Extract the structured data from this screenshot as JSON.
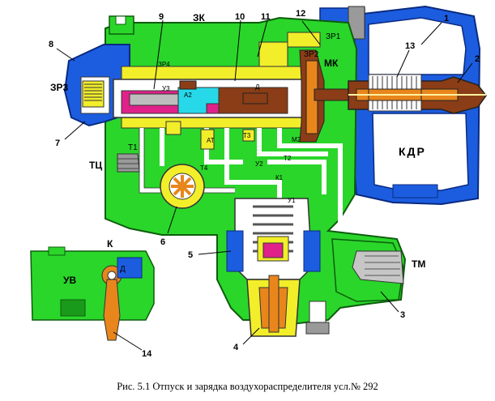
{
  "colors": {
    "body": "#2ad62a",
    "body_dark": "#1a9a1a",
    "chamber_blue": "#1c5de0",
    "channel_yellow": "#f2ee2a",
    "pink": "#e0218a",
    "cyan": "#27d9e8",
    "brown": "#8a3d16",
    "orange": "#e8861c",
    "white_passage": "#ffffff",
    "metal_grey": "#9a9a9a"
  },
  "labels": {
    "ZK": "ЗК",
    "ZR1": "ЗР1",
    "ZR2": "ЗР2",
    "ZR3": "ЗР3",
    "ZR4": "ЗР4",
    "MK": "МК",
    "KDR": "КДР",
    "TC": "ТЦ",
    "TM": "ТМ",
    "UV": "УВ",
    "K": "К",
    "D_top": "Д",
    "D_inset": "Д",
    "U3": "У3",
    "A2": "А2",
    "AT": "АТ",
    "T1": "Т1",
    "T2": "Т2",
    "T3": "Т3",
    "T4": "Т4",
    "M2": "М2",
    "K1": "К1",
    "U1": "У1",
    "U2": "У2"
  },
  "callouts": {
    "n1": "1",
    "n2": "2",
    "n3": "3",
    "n4": "4",
    "n5": "5",
    "n6": "6",
    "n7": "7",
    "n8": "8",
    "n9": "9",
    "n10": "10",
    "n11": "11",
    "n12": "12",
    "n13": "13",
    "n14": "14"
  },
  "caption": "Рис. 5.1    Отпуск и зарядка воздухораспределителя усл.№ 292"
}
